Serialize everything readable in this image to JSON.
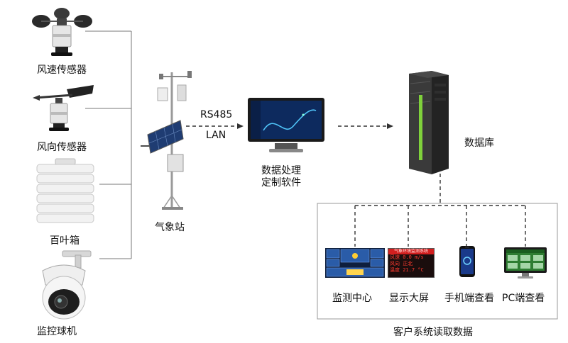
{
  "sensors": {
    "wind_speed": "风速传感器",
    "wind_direction": "风向传感器",
    "shutter_box": "百叶箱",
    "camera": "监控球机"
  },
  "station": {
    "label": "气象站"
  },
  "link": {
    "protocol": "RS485",
    "network": "LAN"
  },
  "software": {
    "line1": "数据处理",
    "line2": "定制软件"
  },
  "database": {
    "label": "数据库"
  },
  "clients": {
    "items": [
      {
        "label": "监测中心",
        "icon": "monitoring-center-screens-icon"
      },
      {
        "label": "显示大屏",
        "icon": "led-display-board-icon"
      },
      {
        "label": "手机端查看",
        "icon": "mobile-phone-icon"
      },
      {
        "label": "PC端查看",
        "icon": "desktop-monitor-icon"
      }
    ],
    "caption": "客户系统读取数据"
  },
  "led": {
    "title": "气象环境监测系统",
    "row1_label": "风速",
    "row1_value": "0.0",
    "row1_unit": "m/s",
    "row2_label": "风向",
    "row2_value": "正北",
    "row3_label": "温度",
    "row3_value": "21.7",
    "row3_unit": "°C"
  },
  "colors": {
    "led_red": "#d21f1f",
    "server_green": "#7fd13b",
    "screen_blue": "#0d2a5e",
    "line_gray": "#555555"
  }
}
